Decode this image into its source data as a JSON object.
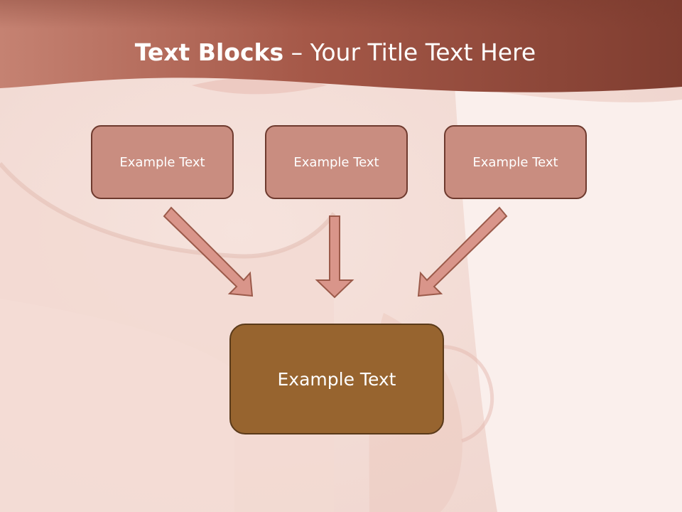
{
  "title": {
    "bold": "Text Blocks",
    "separator": " – ",
    "rest": "Your Title Text Here"
  },
  "blocks": {
    "top": [
      {
        "label": "Example Text"
      },
      {
        "label": "Example Text"
      },
      {
        "label": "Example Text"
      }
    ],
    "center": {
      "label": "Example Text"
    }
  },
  "colors": {
    "header_band": "#a65a48",
    "box_fill": "#c98d80",
    "box_border": "#6e3a2e",
    "center_fill": "#97642f",
    "arrow_fill": "#d9958a",
    "arrow_stroke": "#9b5a4a"
  }
}
